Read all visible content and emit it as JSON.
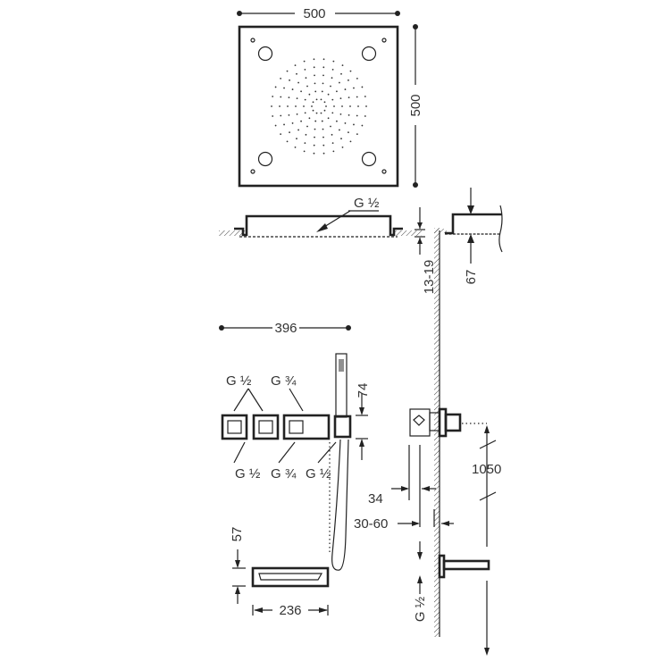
{
  "title": "Ceiling shower and wall mixer installation dimensions",
  "dimensions": {
    "top_width": "500",
    "top_height": "500",
    "side_thread": "G ½",
    "recess_depth": "13-19",
    "head_height": "67",
    "panel_width": "396",
    "outlet_labels_top": [
      "G ½",
      "G ¾"
    ],
    "outlet_labels_bottom": [
      "G ½",
      "G ¾",
      "G ½"
    ],
    "handshower_offset": "74",
    "spout_height": "57",
    "spout_width": "236",
    "valve_depth": "34",
    "wall_range": "30-60",
    "valve_height": "1050",
    "spout_thread": "G ½"
  },
  "colors": {
    "line": "#222222",
    "text": "#333333"
  }
}
